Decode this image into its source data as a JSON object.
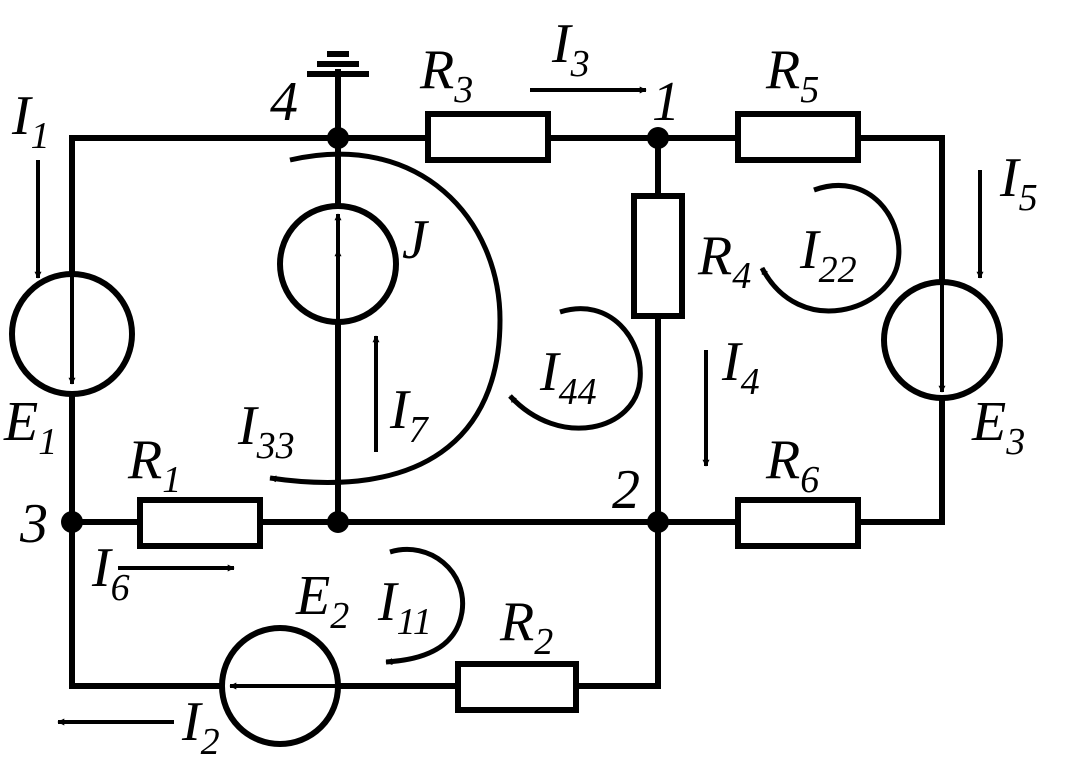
{
  "nodes": {
    "n1": "1",
    "n2": "2",
    "n3": "3",
    "n4": "4"
  },
  "labels": {
    "R1": {
      "main": "R",
      "sub": "1"
    },
    "R2": {
      "main": "R",
      "sub": "2"
    },
    "R3": {
      "main": "R",
      "sub": "3"
    },
    "R4": {
      "main": "R",
      "sub": "4"
    },
    "R5": {
      "main": "R",
      "sub": "5"
    },
    "R6": {
      "main": "R",
      "sub": "6"
    },
    "E1": {
      "main": "E",
      "sub": "1"
    },
    "E2": {
      "main": "E",
      "sub": "2"
    },
    "E3": {
      "main": "E",
      "sub": "3"
    },
    "J": {
      "main": "J"
    },
    "I1": {
      "main": "I",
      "sub": "1"
    },
    "I2": {
      "main": "I",
      "sub": "2"
    },
    "I3": {
      "main": "I",
      "sub": "3"
    },
    "I4": {
      "main": "I",
      "sub": "4"
    },
    "I5": {
      "main": "I",
      "sub": "5"
    },
    "I6": {
      "main": "I",
      "sub": "6"
    },
    "I7": {
      "main": "I",
      "sub": "7"
    },
    "I11": {
      "main": "I",
      "sub": "11"
    },
    "I22": {
      "main": "I",
      "sub": "22"
    },
    "I33": {
      "main": "I",
      "sub": "33"
    },
    "I44": {
      "main": "I",
      "sub": "44"
    }
  }
}
